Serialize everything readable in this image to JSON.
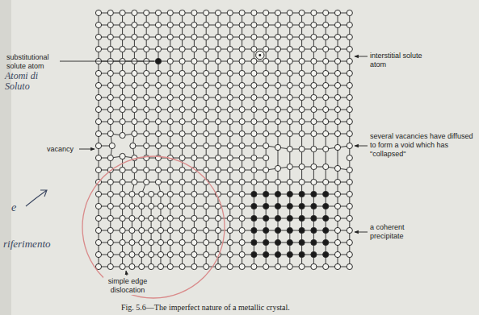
{
  "diagram": {
    "caption": "Fig. 5.6—The imperfect nature of a metallic crystal.",
    "labels": [
      "substitutional solute atom",
      "Atomi di Soluto",
      "interstitial solute atom",
      "vacancy",
      "several vacancies have diffused to form a void which has \"collapsed\"",
      "a coherent precipitate",
      "simple edge dislocation",
      "e",
      "riferimento"
    ]
  }
}
